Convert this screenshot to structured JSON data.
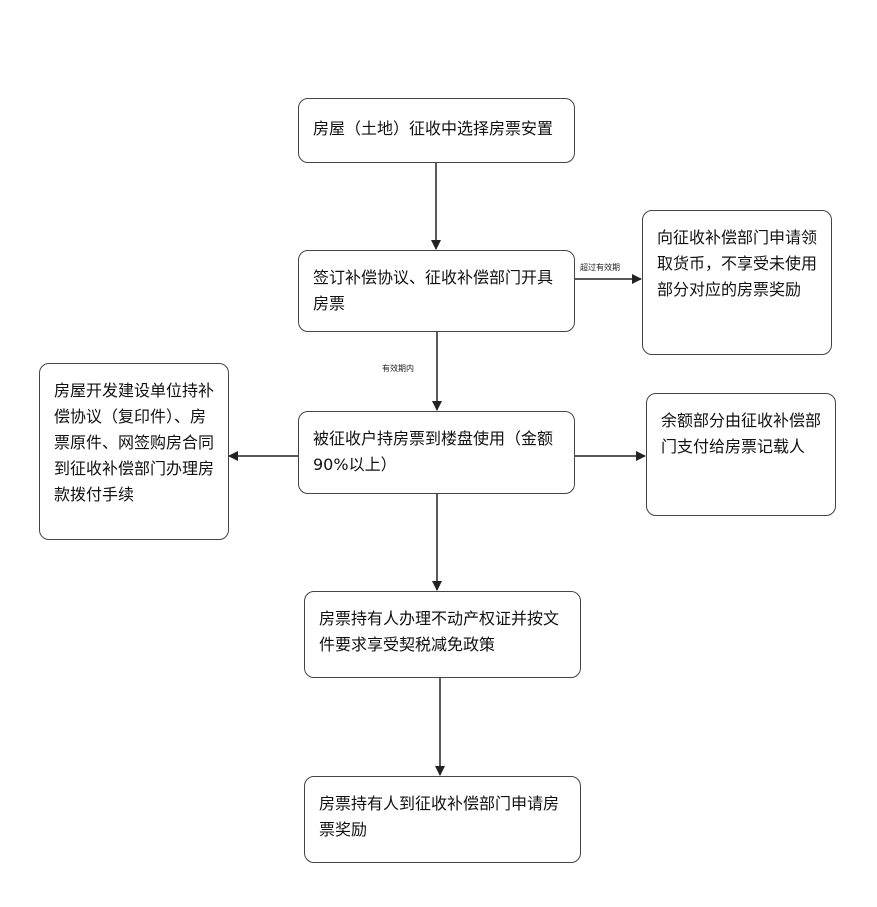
{
  "nodes": {
    "start": "房屋（土地）征收中选择房票安置",
    "sign": "签订补偿协议、征收补偿部门开具房票",
    "apply_currency": "向征收补偿部门申请领取货币，不享受未使用部分对应的房票奖励",
    "use_ticket": "被征收户持房票到楼盘使用（金额90%以上）",
    "developer": "房屋开发建设单位持补偿协议（复印件）、房票原件、网签购房合同到征收补偿部门办理房款拨付手续",
    "balance": "余额部分由征收补偿部门支付给房票记载人",
    "certificate": "房票持有人办理不动产权证并按文件要求享受契税减免政策",
    "reward": "房票持有人到征收补偿部门申请房票奖励"
  },
  "edge_labels": {
    "expired": "超过有效期",
    "valid": "有效期内"
  },
  "colors": {
    "line": "#222222",
    "border": "#444444"
  }
}
